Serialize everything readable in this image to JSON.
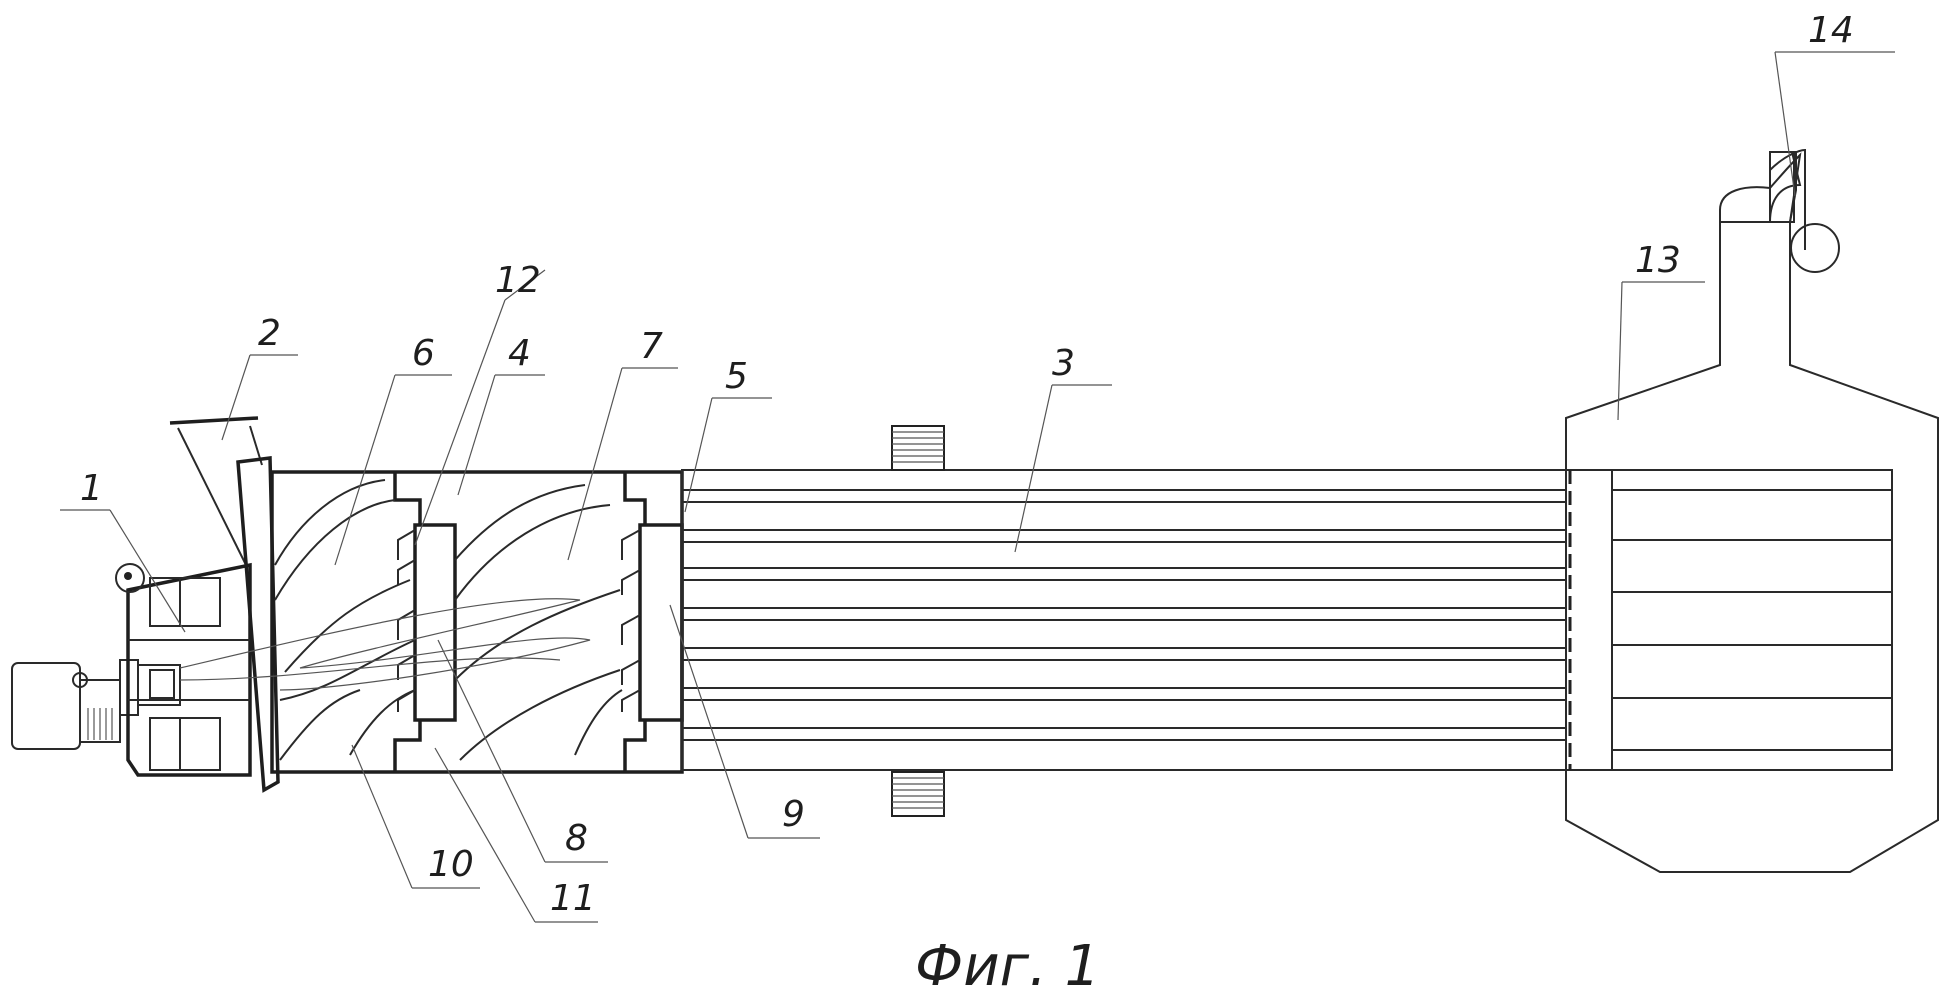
{
  "figure": {
    "caption": "Фиг. 1",
    "labels": [
      {
        "id": "1",
        "text": "1"
      },
      {
        "id": "2",
        "text": "2"
      },
      {
        "id": "3",
        "text": "3"
      },
      {
        "id": "4",
        "text": "4"
      },
      {
        "id": "5",
        "text": "5"
      },
      {
        "id": "6",
        "text": "6"
      },
      {
        "id": "7",
        "text": "7"
      },
      {
        "id": "8",
        "text": "8"
      },
      {
        "id": "9",
        "text": "9"
      },
      {
        "id": "10",
        "text": "10"
      },
      {
        "id": "11",
        "text": "11"
      },
      {
        "id": "12",
        "text": "12"
      },
      {
        "id": "13",
        "text": "13"
      },
      {
        "id": "14",
        "text": "14"
      }
    ]
  }
}
